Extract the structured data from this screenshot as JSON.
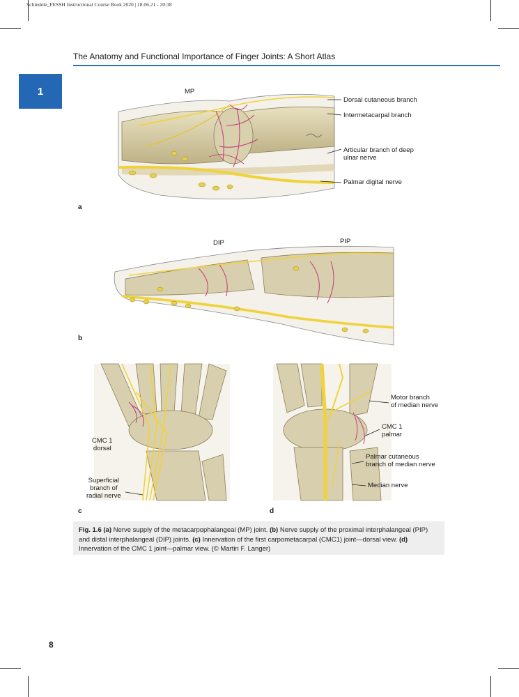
{
  "print_line": "Schindele_FESSH Instructional Course Book 2020 | 18.06.21 - 20:38",
  "running_title": "The Anatomy and Functional Importance of Finger Joints: A Short Atlas",
  "chapter_number": "1",
  "page_number": "8",
  "colors": {
    "accent_blue": "#2468b5",
    "bone": "#d8cfae",
    "nerve": "#f0d23a",
    "vessel": "#c0397a"
  },
  "figure": {
    "panel_a": {
      "letter": "a",
      "labels": {
        "mp": "MP",
        "dorsal_cutaneous": "Dorsal cutaneous branch",
        "intermetacarpal": "Intermetacarpal branch",
        "articular_1": "Articular branch of deep",
        "articular_2": "ulnar nerve",
        "palmar_digital": "Palmar digital nerve"
      }
    },
    "panel_b": {
      "letter": "b",
      "labels": {
        "dip": "DIP",
        "pip": "PIP"
      }
    },
    "panel_c": {
      "letter": "c",
      "labels": {
        "cmc1_dorsal_1": "CMC 1",
        "cmc1_dorsal_2": "dorsal",
        "superficial_1": "Superficial",
        "superficial_2": "branch of",
        "superficial_3": "radial nerve"
      }
    },
    "panel_d": {
      "letter": "d",
      "labels": {
        "motor_1": "Motor branch",
        "motor_2": "of median nerve",
        "cmc1_palmar_1": "CMC 1",
        "cmc1_palmar_2": "palmar",
        "palmar_cut_1": "Palmar cutaneous",
        "palmar_cut_2": "branch of median nerve",
        "median": "Median nerve"
      }
    }
  },
  "caption": {
    "fig_label": "Fig. 1.6",
    "a_tag": "(a)",
    "a_text": " Nerve supply of the metacarpophalangeal (MP) joint. ",
    "b_tag": "(b)",
    "b_text": " Nerve supply of the proximal interphalangeal (PIP) and distal interphalangeal (DIP) joints. ",
    "c_tag": "(c)",
    "c_text": " Innervation of the first carpometacarpal (CMC1) joint—dorsal view. ",
    "d_tag": "(d)",
    "d_text": " Innervation of the CMC 1 joint—palmar view. (© Martin F. Langer)"
  }
}
